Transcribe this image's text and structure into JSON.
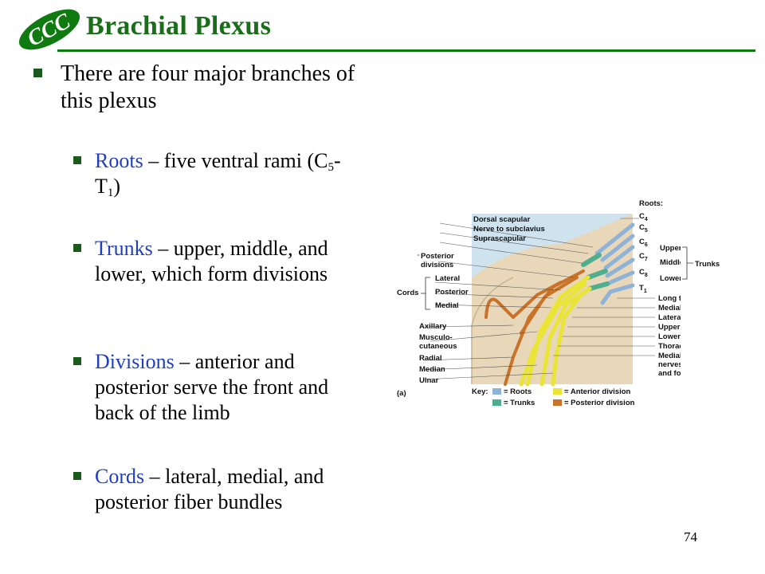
{
  "title": "Brachial Plexus",
  "intro": "There are four major branches of this plexus",
  "bullets": {
    "roots": {
      "term": "Roots",
      "text_a": " – five ventral rami (C",
      "sub1": "5",
      "text_b": "-T",
      "sub2": "1",
      "text_c": ")"
    },
    "trunks": {
      "term": "Trunks",
      "text": " – upper, middle, and lower, which form divisions"
    },
    "divisions": {
      "term": "Divisions",
      "text": " – anterior and posterior serve the front and back of the limb"
    },
    "cords": {
      "term": "Cords",
      "text": " – lateral, medial, and posterior fiber bundles"
    }
  },
  "page_number": "74",
  "figure": {
    "roots_heading": "Roots:",
    "root_labels": [
      "C",
      "C",
      "C",
      "C",
      "C",
      "T"
    ],
    "root_subs": [
      "4",
      "5",
      "6",
      "7",
      "8",
      "1"
    ],
    "trunk_labels": [
      "Upper",
      "Middle",
      "Lower"
    ],
    "trunks_heading": "Trunks",
    "left_labels": [
      "Dorsal scapular",
      "Nerve to subclavius",
      "Suprascapular",
      "Posterior",
      "divisions",
      "Lateral",
      "Posterior",
      "Medial",
      "Axillary",
      "Musculo-",
      "cutaneous",
      "Radial",
      "Median",
      "Ulnar"
    ],
    "cords_heading": "Cords",
    "right_labels": [
      "Long thoracic",
      "Medial pectoral",
      "Lateral pectoral",
      "Upper subscapular",
      "Lower subscapular",
      "Thoracodorsal",
      "Medial cutaneous",
      "nerves of the arm",
      "and forearm"
    ],
    "panel_label": "(a)",
    "key_label": "Key:",
    "key_items": [
      "= Roots",
      "= Trunks",
      "= Anterior division",
      "= Posterior division"
    ],
    "colors": {
      "roots": "#8fb2d8",
      "trunks": "#4fae8e",
      "anterior": "#e9e436",
      "posterior": "#c8722a",
      "skin": "#e8d7b8",
      "sky": "#cfe3ef"
    }
  }
}
